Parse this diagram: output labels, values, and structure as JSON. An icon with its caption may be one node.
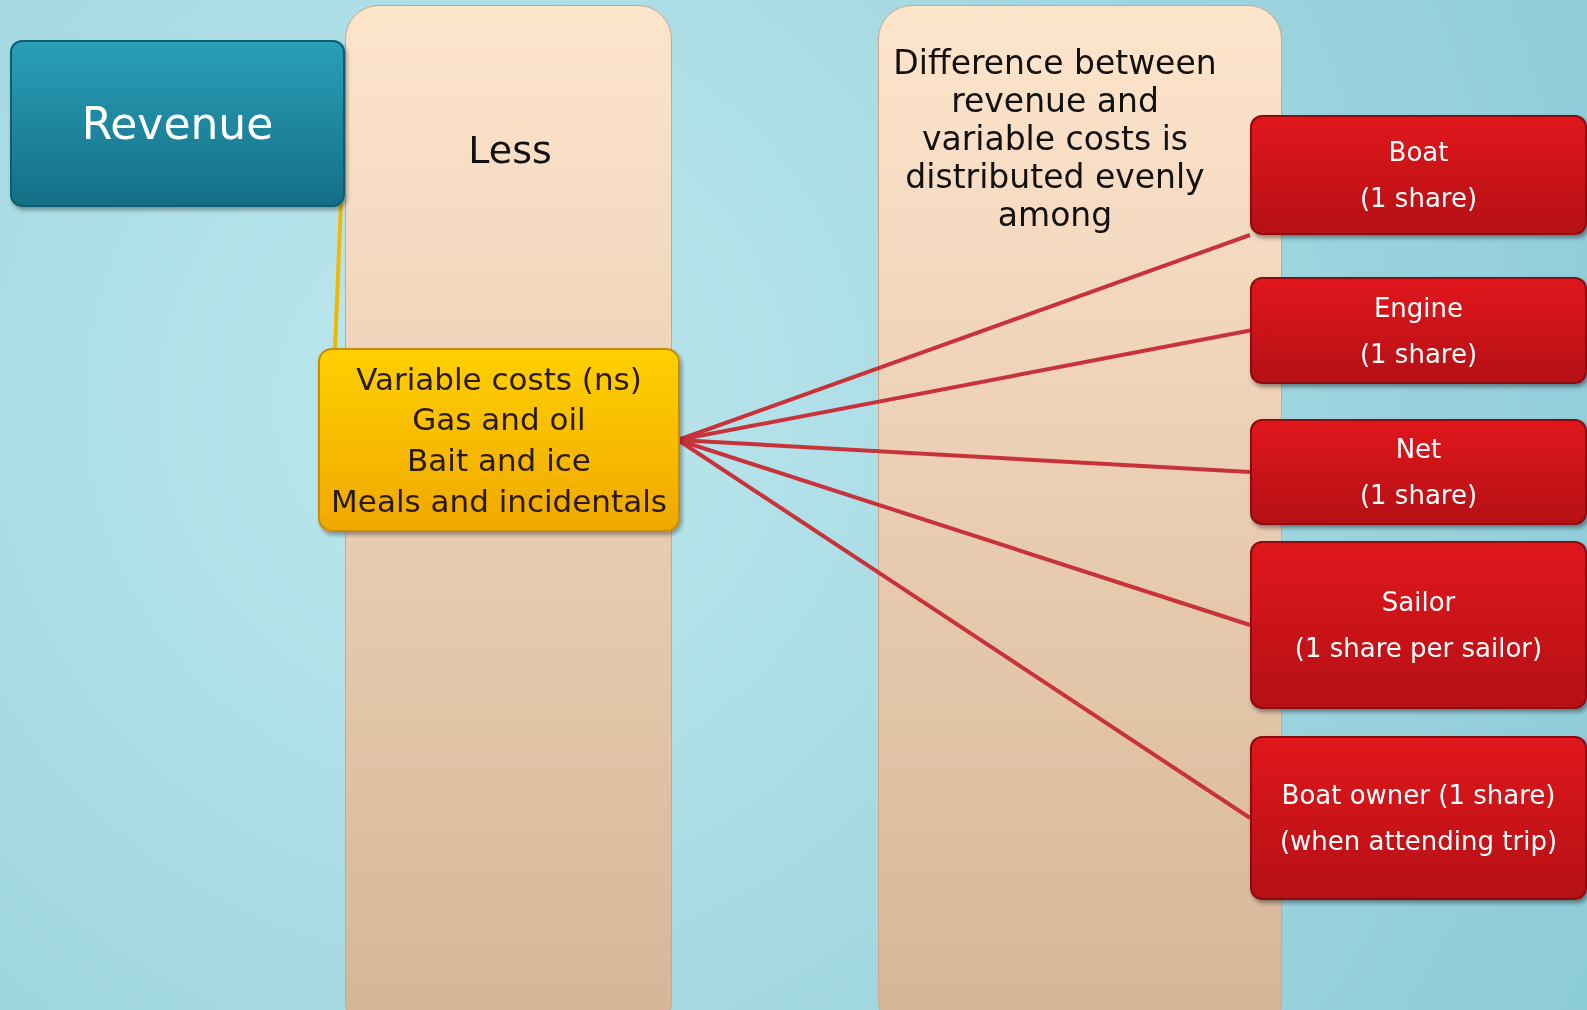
{
  "diagram": {
    "nodes": [
      {
        "text": [
          "Revenue"
        ]
      },
      {
        "text": [
          "Less"
        ]
      },
      {
        "text": [
          "Variable costs (ns)",
          "Gas and oil",
          "Bait and ice",
          "Meals and incidentals"
        ]
      },
      {
        "text": [
          "Difference between revenue and variable costs is distributed evenly among"
        ]
      },
      {
        "text": [
          "Boat",
          "(1 share)"
        ]
      },
      {
        "text": [
          "Engine",
          "(1 share)"
        ]
      },
      {
        "text": [
          "Net",
          "(1 share)"
        ]
      },
      {
        "text": [
          "Sailor",
          "(1 share per sailor)"
        ]
      },
      {
        "text": [
          "Boat owner (1 share)",
          "(when attending trip)"
        ]
      }
    ],
    "edges": [
      {
        "from": 0,
        "to": 2,
        "arrow": "none",
        "color": "#f2b705"
      },
      {
        "from": 2,
        "to": 4,
        "arrow": "none"
      },
      {
        "from": 2,
        "to": 5,
        "arrow": "none"
      },
      {
        "from": 2,
        "to": 6,
        "arrow": "none"
      },
      {
        "from": 2,
        "to": 7,
        "arrow": "none"
      },
      {
        "from": 2,
        "to": 8,
        "arrow": "none"
      }
    ]
  }
}
